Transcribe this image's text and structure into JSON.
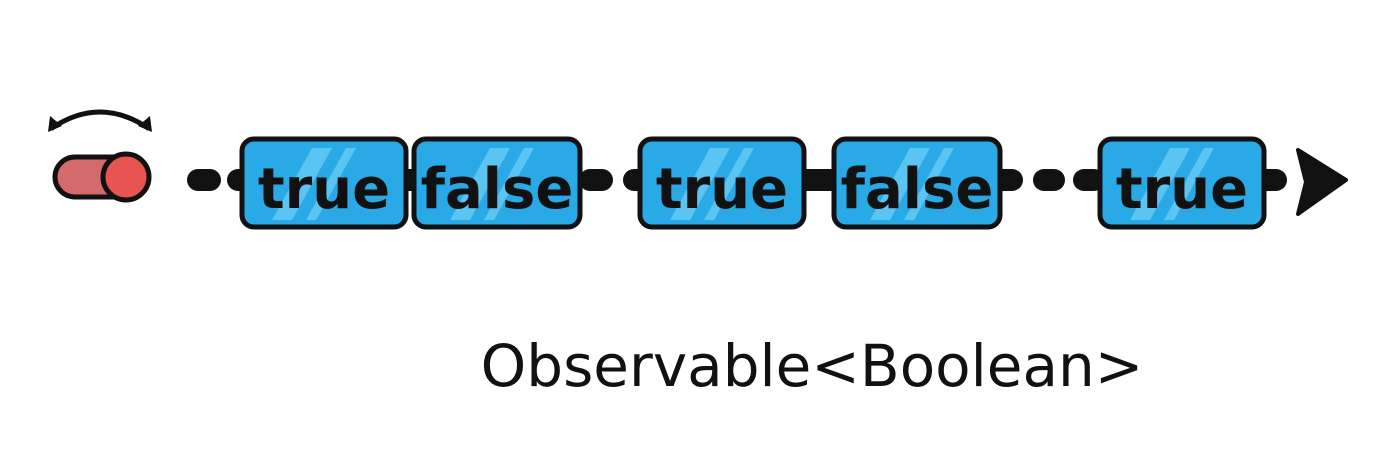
{
  "toggle": {
    "icon": "toggle-switch-icon",
    "rotate_icon": "double-arrow-arc-icon"
  },
  "stream": {
    "items": [
      {
        "label": "true"
      },
      {
        "label": "false"
      },
      {
        "label": "true"
      },
      {
        "label": "false"
      },
      {
        "label": "true"
      }
    ],
    "end_icon": "arrow-head-icon"
  },
  "caption": {
    "text": "Observable<Boolean>"
  },
  "colors": {
    "box_fill": "#29a9e6",
    "box_highlight": "#6fd0f7",
    "stroke": "#111111",
    "toggle_body": "#d46a6a",
    "toggle_knob": "#e8544f"
  }
}
